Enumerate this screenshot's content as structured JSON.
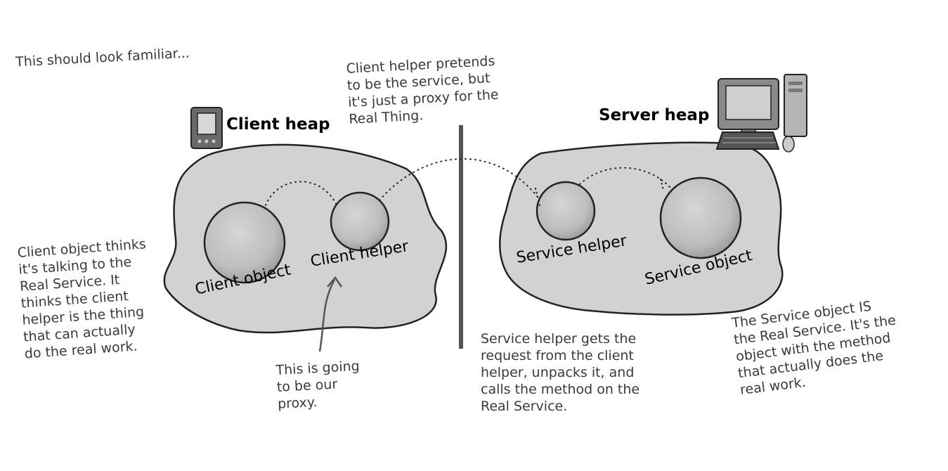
{
  "intro": "This should look familiar...",
  "client_heap": {
    "title": "Client heap",
    "client_object_label": "Client object",
    "client_helper_label": "Client helper"
  },
  "server_heap": {
    "title": "Server heap",
    "service_helper_label": "Service helper",
    "service_object_label": "Service object"
  },
  "notes": {
    "client_helper_pretends": "Client helper pretends\nto be the service, but\nit's just a proxy for the\nReal Thing.",
    "client_object_thinks": "Client object thinks\nit's talking to the\nReal Service. It\nthinks the client\nhelper is the thing\nthat can actually\ndo the real work.",
    "proxy": "This is going\nto be our\nproxy.",
    "service_helper_gets": "Service helper gets the\nrequest from the client\nhelper, unpacks it, and\ncalls the method on the\nReal Service.",
    "service_object_is": "The Service object IS\nthe Real Service. It's the\nobject with the method\nthat actually does the\nreal work."
  },
  "colors": {
    "heap_fill": "#d2d2d2",
    "ball_fill": "#bdbdbd",
    "divider": "#555555"
  }
}
